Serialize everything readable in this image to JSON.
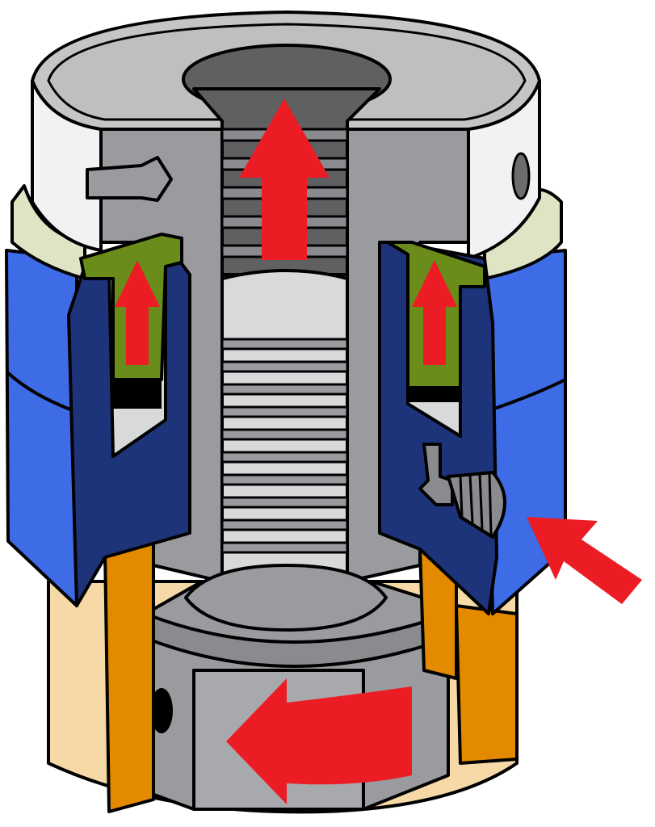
{
  "diagram": {
    "colors": {
      "housing_white": "#f2f2f2",
      "steel_gray": "#9a9b9e",
      "dark_gray": "#5f6062",
      "light_gray": "#d8d9db",
      "outer_blue": "#3e6be6",
      "inner_navy": "#1e347a",
      "cream_ring": "#dfe5c4",
      "piston_green": "#6a8c1a",
      "leg_orange": "#e48a00",
      "base_beige": "#f6d9a6",
      "arrow_red": "#ec1c24"
    },
    "arrows": [
      {
        "name": "bore-up-arrow",
        "direction": "up"
      },
      {
        "name": "left-piston-up-arrow",
        "direction": "up"
      },
      {
        "name": "right-piston-up-arrow",
        "direction": "up"
      },
      {
        "name": "inlet-arrow",
        "direction": "up-left"
      },
      {
        "name": "rotation-arrow",
        "direction": "left"
      }
    ]
  }
}
